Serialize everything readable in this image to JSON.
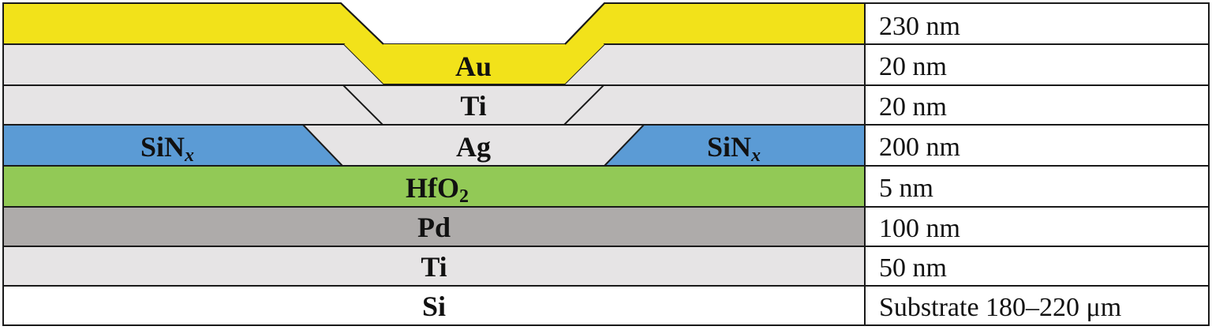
{
  "colors": {
    "au": "#f2e21a",
    "ti": "#e6e4e5",
    "ag": "#e6e4e5",
    "sinx": "#5b9bd5",
    "hfo2": "#92c956",
    "pd": "#aeabaa",
    "si": "#ffffff",
    "outline": "#1a1a1a"
  },
  "layers": {
    "au": "Au",
    "ti_top": "Ti",
    "sinx_symbol": "SiN",
    "sinx_subscript": "x",
    "ag": "Ag",
    "hfo2_symbol": "HfO",
    "hfo2_subscript": "2",
    "pd": "Pd",
    "ti_bottom": "Ti",
    "si": "Si"
  },
  "thicknesses": [
    "230 nm",
    "20 nm",
    "20 nm",
    "200 nm",
    "5 nm",
    "100 nm",
    "50 nm",
    "Substrate 180–220 μm"
  ]
}
